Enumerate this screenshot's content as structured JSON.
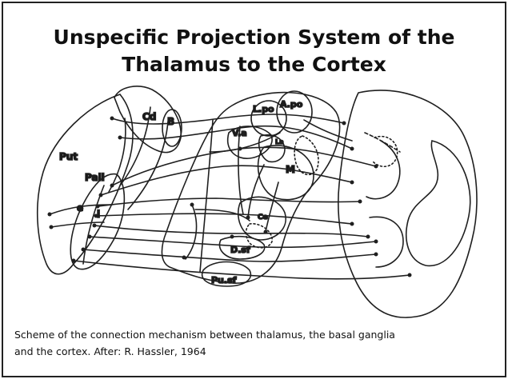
{
  "title_line1": "Unspecific Projection System of the",
  "title_line2": "Thalamus to the Cortex",
  "caption_line1": "Scheme of the connection mechanism between thalamus, the basal ganglia",
  "caption_line2": "and the cortex. After: R. Hassler, 1964",
  "labels": {
    "put": "Put",
    "cd": "Cd",
    "b": "B",
    "pall": "Pall",
    "e": "e",
    "i": "i",
    "lpo": "L.po",
    "apo": "A.po",
    "va": "V.a",
    "la": "La",
    "m": "M",
    "ce": "Ce",
    "dsf": "D.sf",
    "pusf": "Pu.sf"
  },
  "colors": {
    "ink": "#1f1f1f",
    "border": "#222222"
  }
}
